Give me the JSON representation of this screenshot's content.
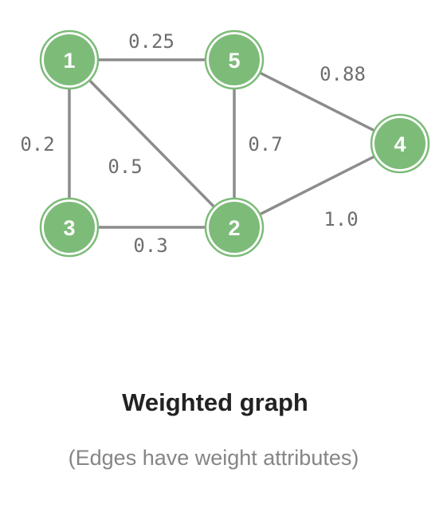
{
  "title": "Weighted graph",
  "subtitle": "(Edges have weight attributes)",
  "colors": {
    "node_fill": "#7dbb79",
    "node_text": "#ffffff",
    "edge": "#8c8c8c",
    "weight_text": "#6e6e6e"
  },
  "graph": {
    "nodes": [
      {
        "id": "1",
        "label": "1"
      },
      {
        "id": "5",
        "label": "5"
      },
      {
        "id": "4",
        "label": "4"
      },
      {
        "id": "3",
        "label": "3"
      },
      {
        "id": "2",
        "label": "2"
      }
    ],
    "edges": [
      {
        "from": "1",
        "to": "5",
        "weight": "0.25"
      },
      {
        "from": "5",
        "to": "4",
        "weight": "0.88"
      },
      {
        "from": "1",
        "to": "3",
        "weight": "0.2"
      },
      {
        "from": "1",
        "to": "2",
        "weight": "0.5"
      },
      {
        "from": "5",
        "to": "2",
        "weight": "0.7"
      },
      {
        "from": "3",
        "to": "2",
        "weight": "0.3"
      },
      {
        "from": "2",
        "to": "4",
        "weight": "1.0"
      }
    ]
  }
}
